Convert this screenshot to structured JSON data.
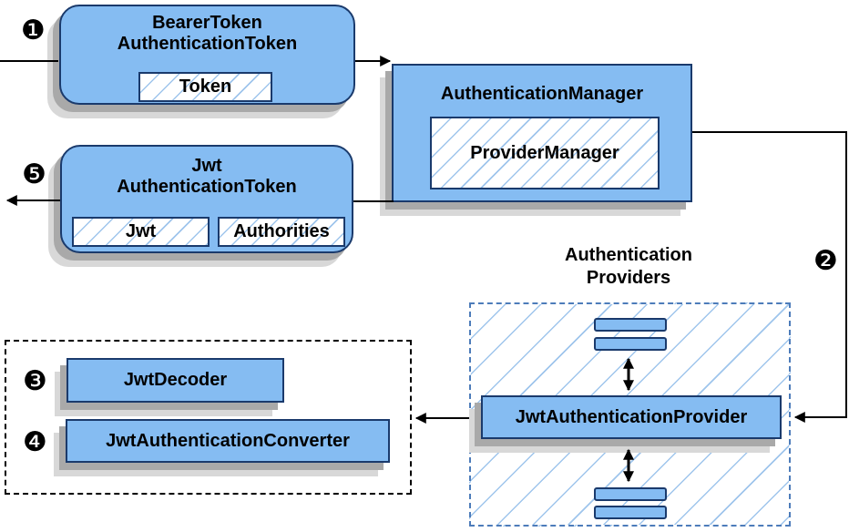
{
  "diagram": {
    "nodes": {
      "bearer_token": {
        "title_line1": "BearerToken",
        "title_line2": "AuthenticationToken",
        "field_token": "Token"
      },
      "authentication_manager": {
        "title": "AuthenticationManager",
        "inner": "ProviderManager"
      },
      "jwt_authentication_token": {
        "title_line1": "Jwt",
        "title_line2": "AuthenticationToken",
        "field_jwt": "Jwt",
        "field_authorities": "Authorities"
      },
      "providers_group": {
        "title_line1": "Authentication",
        "title_line2": "Providers"
      },
      "jwt_authentication_provider": {
        "title": "JwtAuthenticationProvider"
      },
      "jwt_decoder": {
        "title": "JwtDecoder"
      },
      "jwt_authentication_converter": {
        "title": "JwtAuthenticationConverter"
      }
    },
    "badges": {
      "step1": "❶",
      "step2": "❷",
      "step3": "❸",
      "step4": "❹",
      "step5": "❺"
    },
    "colors": {
      "node_fill": "#85bcf2",
      "node_border": "#1a3a6c",
      "hatch_line": "#9fc5ec",
      "providers_dash": "#4d7cba",
      "shadow_dark": "#a9a9a9",
      "shadow_light": "#d8d8d8",
      "line_color": "#000000"
    }
  }
}
